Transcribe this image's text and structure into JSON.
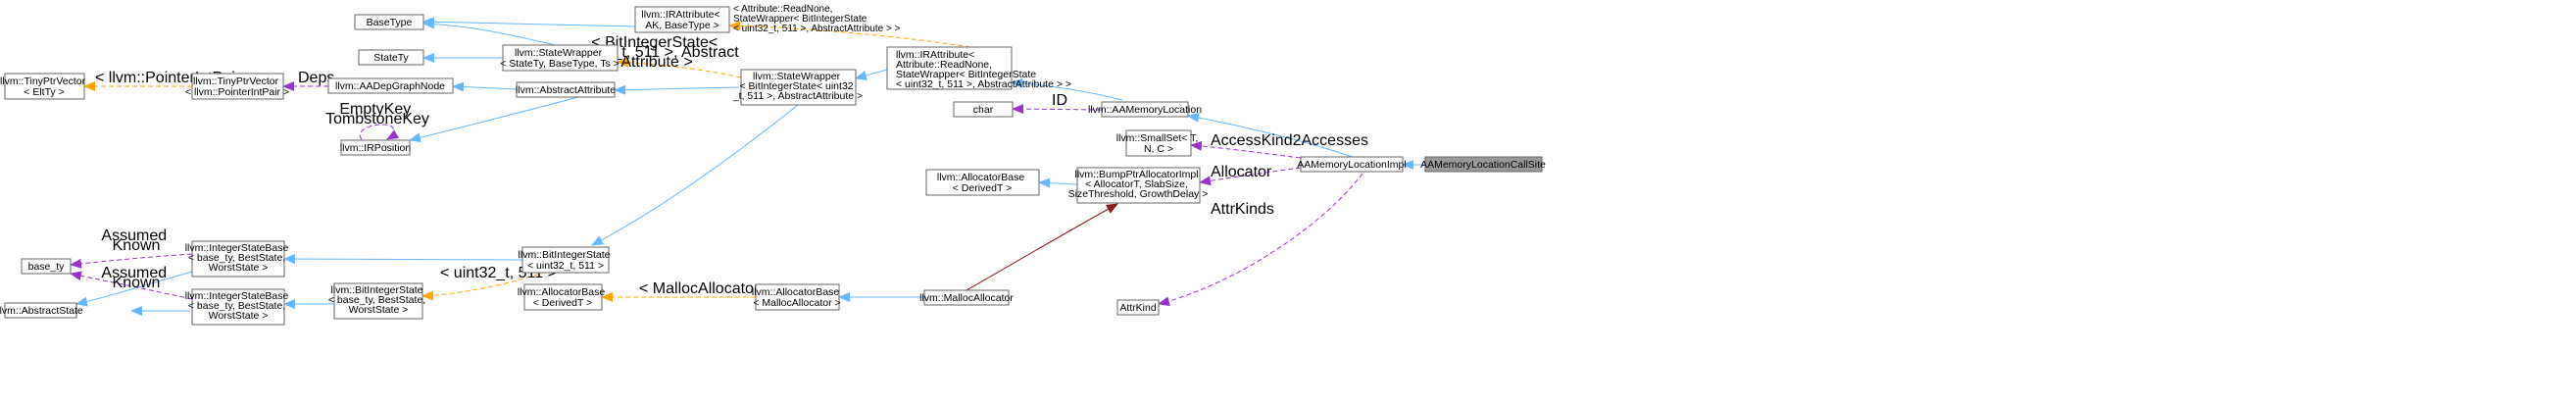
{
  "nodes": {
    "base_type": [
      "BaseType"
    ],
    "irattr_ak": [
      "llvm::IRAttribute<",
      "AK, BaseType >"
    ],
    "statety": [
      "StateTy"
    ],
    "sw_generic": [
      "llvm::StateWrapper",
      "< StateTy, BaseType, Ts >"
    ],
    "tinyptr_elt": [
      "llvm::TinyPtrVector",
      "< EltTy >"
    ],
    "tinyptr_ptrint": [
      "llvm::TinyPtrVector",
      "< llvm::PointerIntPair >"
    ],
    "aadepgraph": [
      "llvm::AADepGraphNode"
    ],
    "abstract_attr": [
      "llvm::AbstractAttribute"
    ],
    "sw_bis": [
      "llvm::StateWrapper",
      "< BitIntegerState< uint32",
      "_t, 511 >, AbstractAttribute >"
    ],
    "irattr_readnone": [
      "llvm::IRAttribute<",
      " Attribute::ReadNone,",
      " StateWrapper< BitIntegerState",
      "< uint32_t, 511 >, AbstractAttribute > >"
    ],
    "irposition": [
      "llvm::IRPosition"
    ],
    "char": [
      "char"
    ],
    "aamemloc": [
      "llvm::AAMemoryLocation"
    ],
    "smallset": [
      "llvm::SmallSet< T,",
      " N, C >"
    ],
    "base_ty": [
      "base_ty"
    ],
    "isb1": [
      "llvm::IntegerStateBase",
      "< base_ty, BestState,",
      " WorstState >"
    ],
    "bis_uint": [
      "llvm::BitIntegerState",
      "< uint32_t, 511 >"
    ],
    "aamemlocimpl": [
      "AAMemoryLocationImpl"
    ],
    "aamemloc_cs": [
      "AAMemoryLocationCallSite"
    ],
    "allocbase_dt1": [
      "llvm::AllocatorBase",
      "< DerivedT >"
    ],
    "bumpptr": [
      "llvm::BumpPtrAllocatorImpl",
      "< AllocatorT, SlabSize,",
      " SizeThreshold, GrowthDelay >"
    ],
    "abstract_state": [
      "llvm::AbstractState"
    ],
    "isb2": [
      "llvm::IntegerStateBase",
      "< base_ty, BestState,",
      " WorstState >"
    ],
    "bis_generic": [
      "llvm::BitIntegerState",
      "< base_ty, BestState,",
      " WorstState >"
    ],
    "allocbase_dt2": [
      "llvm::AllocatorBase",
      "< DerivedT >"
    ],
    "allocbase_malloc": [
      "llvm::AllocatorBase",
      "< MallocAllocator >"
    ],
    "mallocalloc": [
      "llvm::MallocAllocator"
    ],
    "attrkind": [
      "AttrKind"
    ]
  },
  "edge_labels": {
    "readnone_args": [
      "< Attribute::ReadNone,",
      "StateWrapper< BitIntegerState",
      "< uint32_t, 511 >, AbstractAttribute > >"
    ],
    "sw_bis_args": [
      "< BitIntegerState<",
      "uint32_t, 511 >, Abstract",
      "Attribute >"
    ],
    "ptrintpair": [
      "< llvm::PointerIntPair >"
    ],
    "deps": [
      "Deps"
    ],
    "empty_tomb": [
      "EmptyKey",
      "TombstoneKey"
    ],
    "id": [
      "ID"
    ],
    "access_kind": [
      "AccessKind2Accesses"
    ],
    "assumed_known_1": [
      "Assumed",
      "Known"
    ],
    "assumed_known_2": [
      "Assumed",
      "Known"
    ],
    "uint_511": [
      "< uint32_t, 511 >"
    ],
    "allocator": [
      "Allocator"
    ],
    "attr_kinds": [
      "AttrKinds"
    ],
    "malloc_allocator": [
      "< MallocAllocator >"
    ]
  },
  "colors": {
    "inheritance": "#63b8ff",
    "usage": "#9a32cd",
    "template_instance": "#ffa500",
    "private_inheritance": "#8b1a1a",
    "focus_fill": "#999999"
  }
}
